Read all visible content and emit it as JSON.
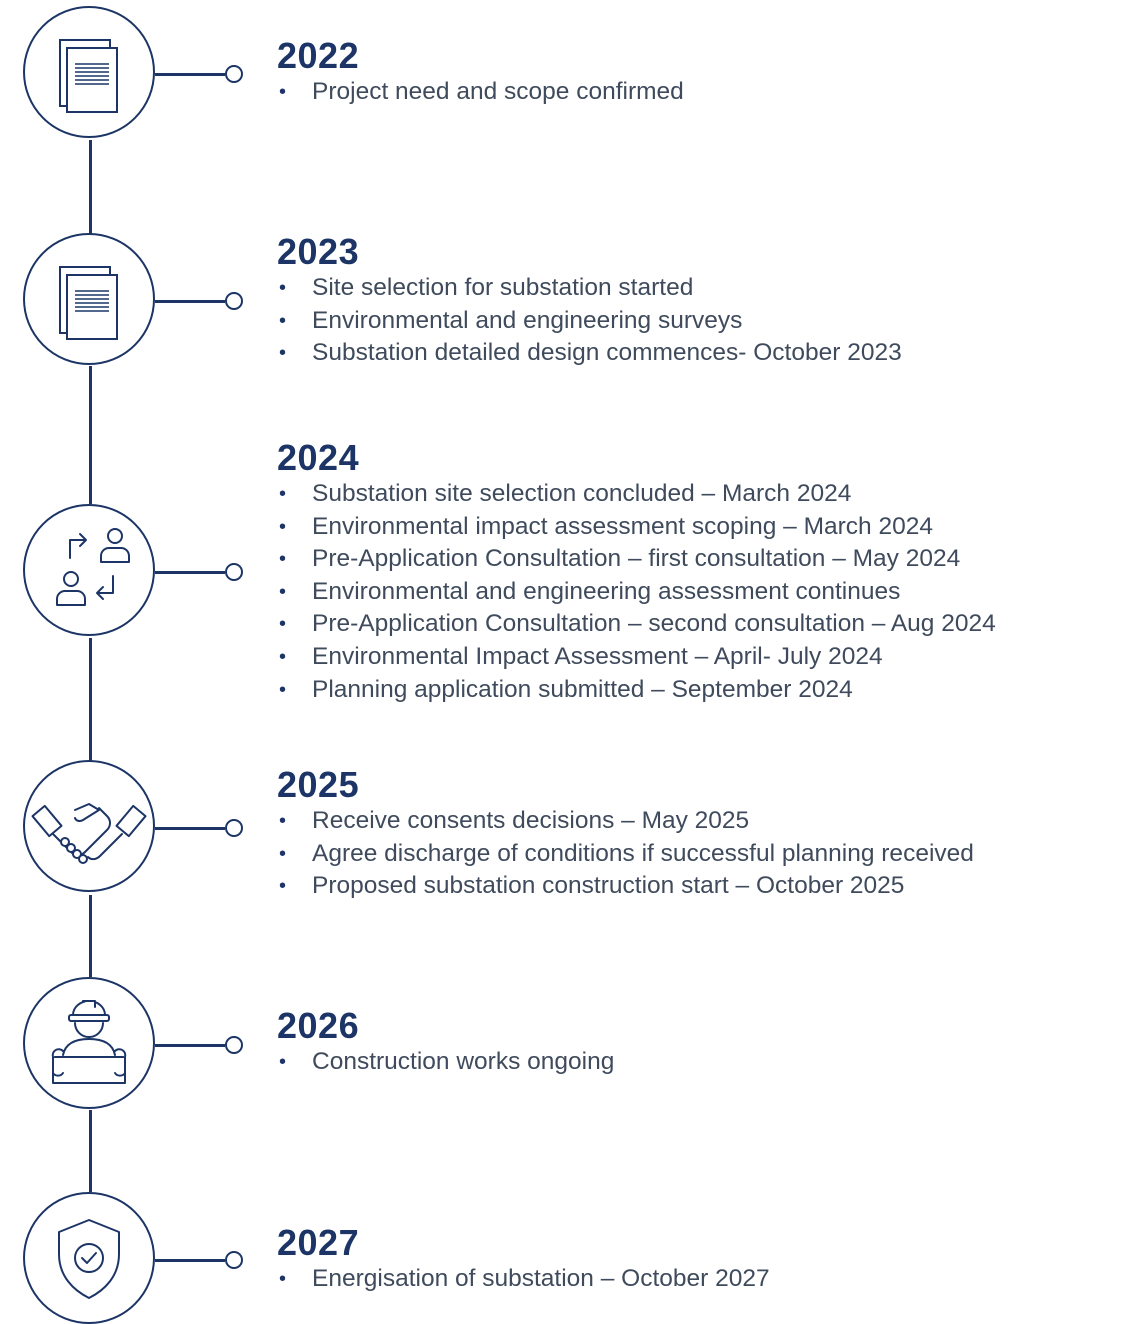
{
  "colors": {
    "primary": "#1c3566",
    "text": "#3f4b5c"
  },
  "milestones": [
    {
      "year": "2022",
      "icon": "documents-icon",
      "items": [
        "Project need and scope confirmed"
      ]
    },
    {
      "year": "2023",
      "icon": "documents-icon",
      "items": [
        "Site selection for substation started",
        "Environmental and engineering surveys",
        "Substation detailed design commences- October 2023"
      ]
    },
    {
      "year": "2024",
      "icon": "consultation-exchange-icon",
      "items": [
        "Substation site selection concluded – March 2024",
        "Environmental impact assessment scoping – March 2024",
        "Pre-Application Consultation – first consultation – May 2024",
        "Environmental and engineering assessment continues",
        "Pre-Application Consultation – second consultation – Aug 2024",
        "Environmental Impact Assessment – April- July 2024",
        "Planning application submitted – September 2024"
      ]
    },
    {
      "year": "2025",
      "icon": "handshake-icon",
      "items": [
        "Receive consents decisions – May 2025",
        "Agree discharge of conditions if successful planning received",
        "Proposed substation construction start – October 2025"
      ]
    },
    {
      "year": "2026",
      "icon": "construction-worker-icon",
      "items": [
        "Construction works ongoing"
      ]
    },
    {
      "year": "2027",
      "icon": "shield-check-icon",
      "items": [
        "Energisation of substation – October 2027"
      ]
    }
  ]
}
